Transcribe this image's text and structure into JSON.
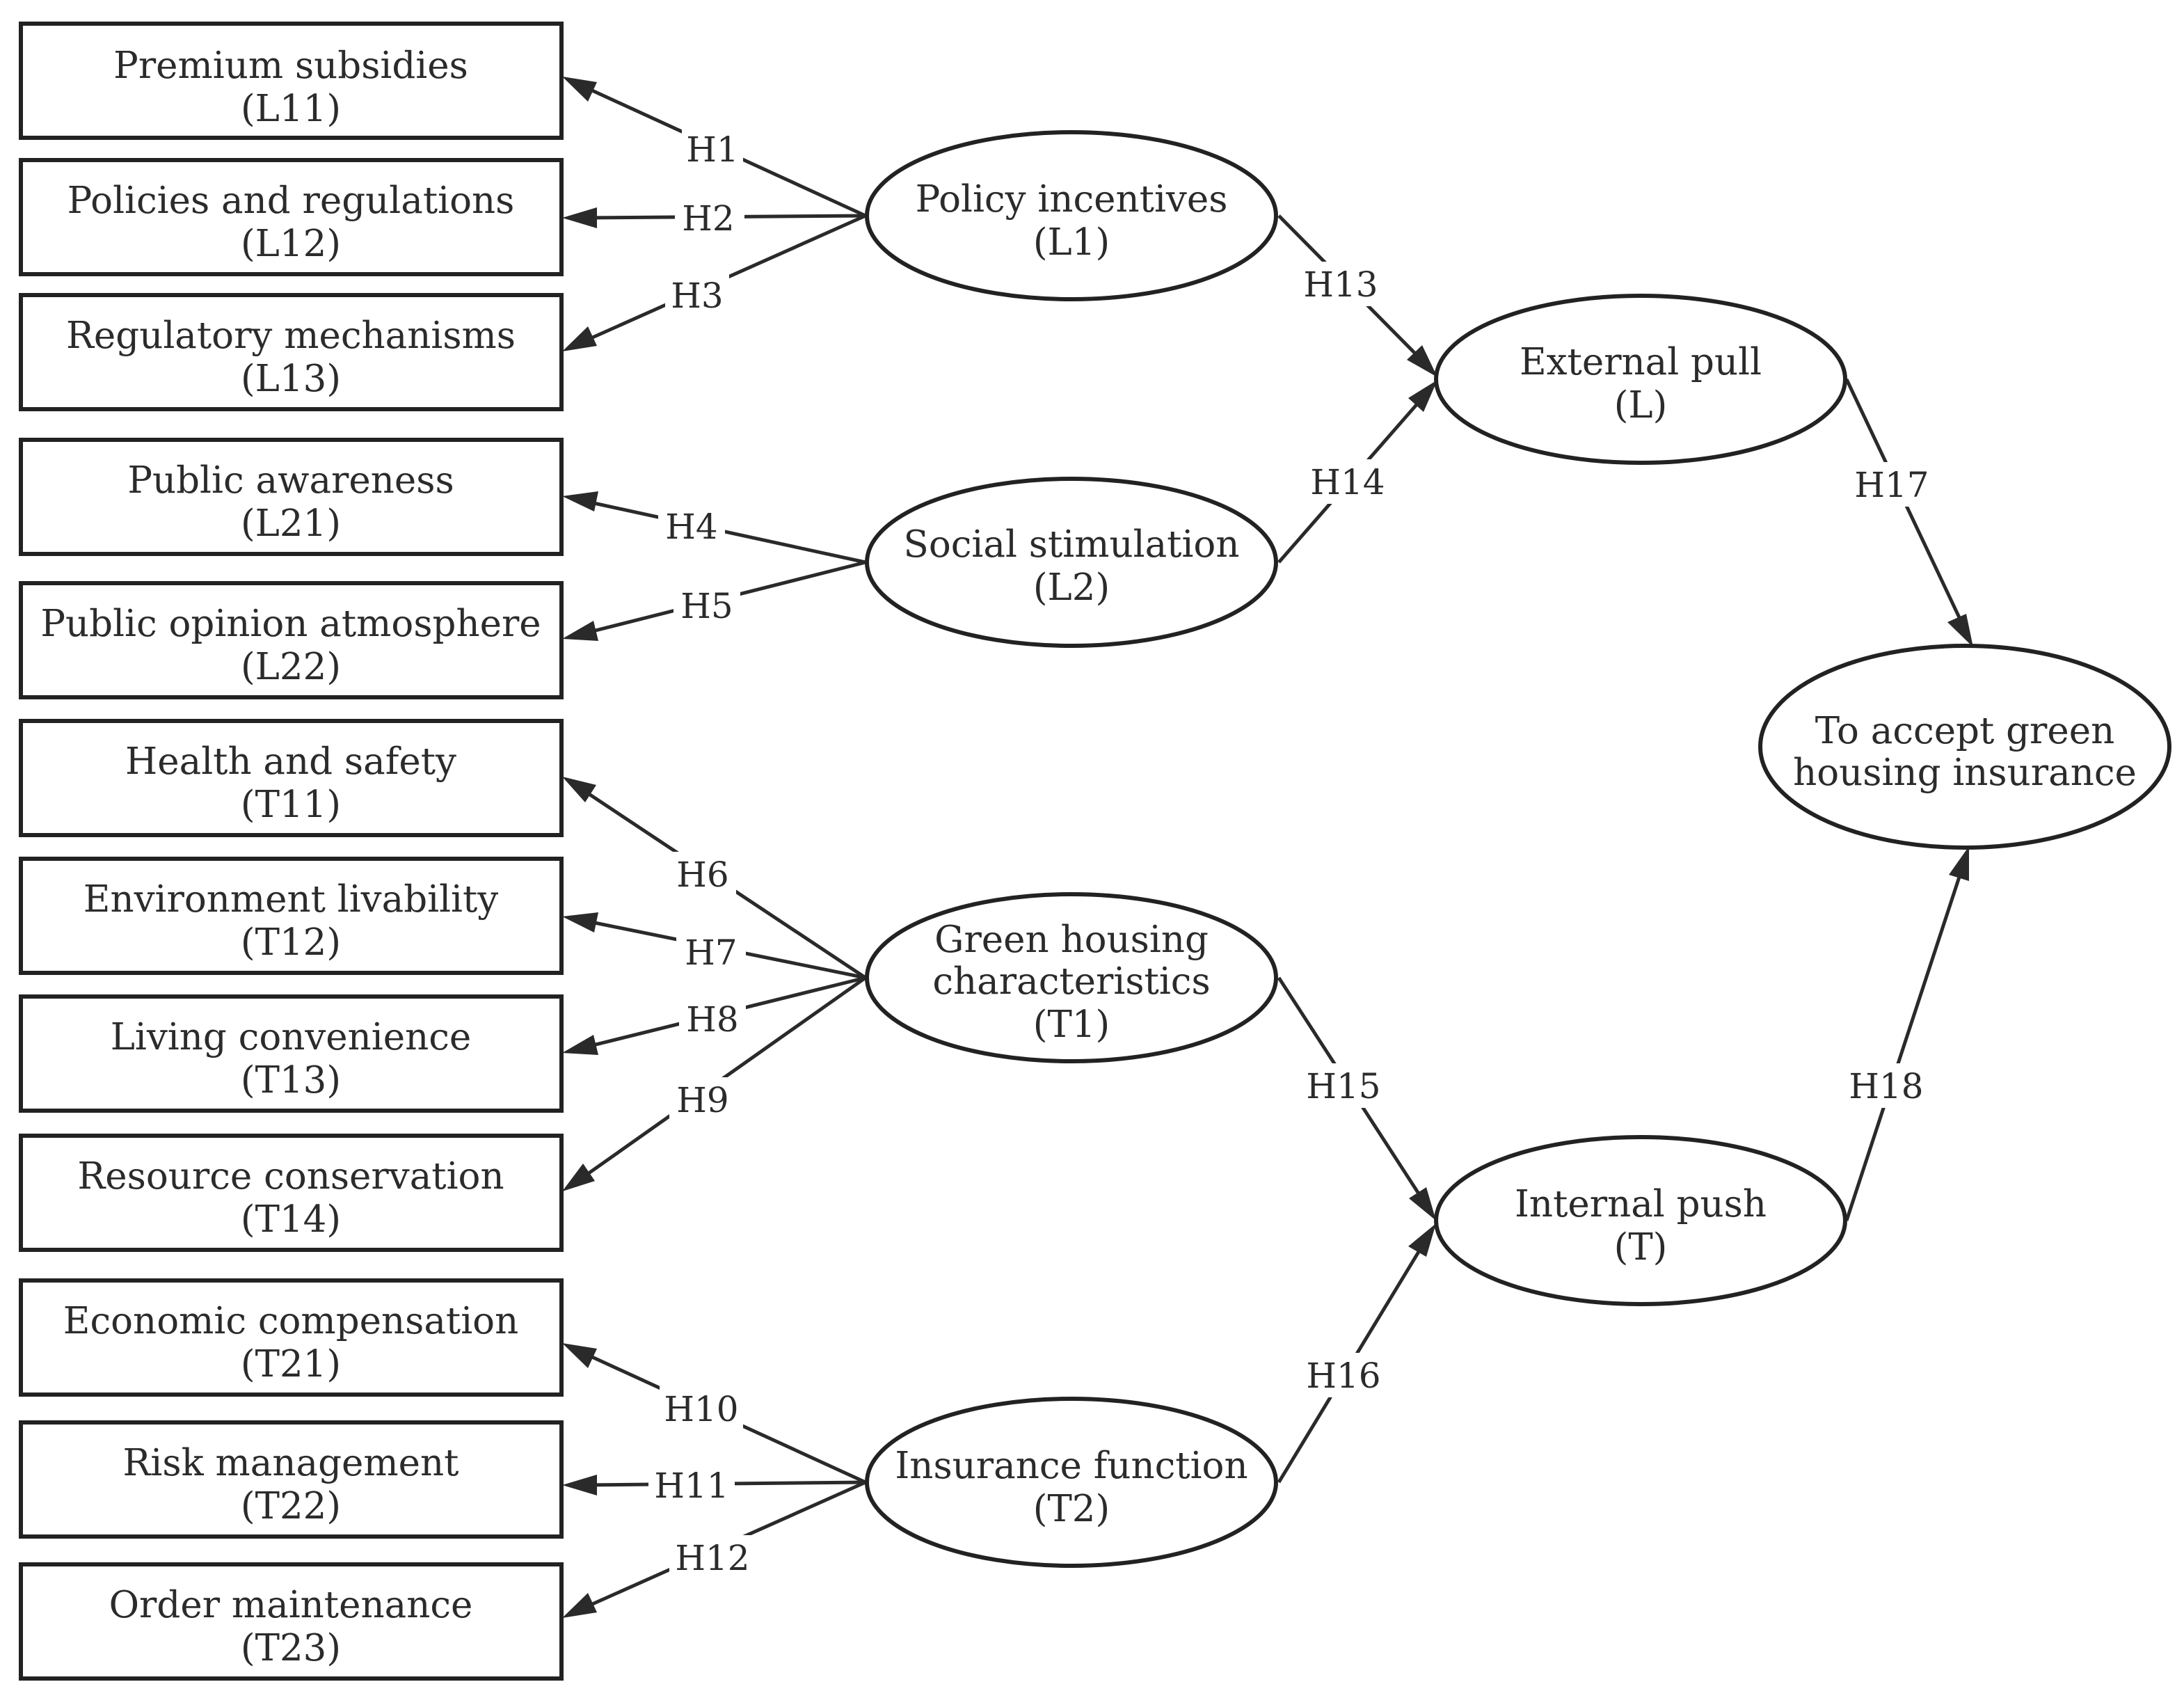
{
  "nodes": {
    "l11": {
      "line1": "Premium subsidies",
      "line2": "(L11)"
    },
    "l12": {
      "line1": "Policies and regulations",
      "line2": "(L12)"
    },
    "l13": {
      "line1": "Regulatory mechanisms",
      "line2": "(L13)"
    },
    "l21": {
      "line1": "Public awareness",
      "line2": "(L21)"
    },
    "l22": {
      "line1": "Public opinion atmosphere",
      "line2": "(L22)"
    },
    "t11": {
      "line1": "Health and safety",
      "line2": "(T11)"
    },
    "t12": {
      "line1": "Environment livability",
      "line2": "(T12)"
    },
    "t13": {
      "line1": "Living convenience",
      "line2": "(T13)"
    },
    "t14": {
      "line1": "Resource conservation",
      "line2": "(T14)"
    },
    "t21": {
      "line1": "Economic compensation",
      "line2": "(T21)"
    },
    "t22": {
      "line1": "Risk management",
      "line2": "(T22)"
    },
    "t23": {
      "line1": "Order maintenance",
      "line2": "(T23)"
    },
    "l1": {
      "line1": "Policy incentives",
      "line2": "(L1)"
    },
    "l2": {
      "line1": "Social stimulation",
      "line2": "(L2)"
    },
    "t1": {
      "line1": "Green housing",
      "line2": "characteristics",
      "line3": "(T1)"
    },
    "t2": {
      "line1": "Insurance function",
      "line2": "(T2)"
    },
    "l": {
      "line1": "External pull",
      "line2": "(L)"
    },
    "t": {
      "line1": "Internal push",
      "line2": "(T)"
    },
    "accept": {
      "line1": "To accept green",
      "line2": "housing insurance"
    }
  },
  "edges": [
    {
      "label": "H1",
      "from": "l1",
      "to": "l11"
    },
    {
      "label": "H2",
      "from": "l1",
      "to": "l12"
    },
    {
      "label": "H3",
      "from": "l1",
      "to": "l13"
    },
    {
      "label": "H4",
      "from": "l2",
      "to": "l21"
    },
    {
      "label": "H5",
      "from": "l2",
      "to": "l22"
    },
    {
      "label": "H6",
      "from": "t1",
      "to": "t11"
    },
    {
      "label": "H7",
      "from": "t1",
      "to": "t12"
    },
    {
      "label": "H8",
      "from": "t1",
      "to": "t13"
    },
    {
      "label": "H9",
      "from": "t1",
      "to": "t14"
    },
    {
      "label": "H10",
      "from": "t2",
      "to": "t21"
    },
    {
      "label": "H11",
      "from": "t2",
      "to": "t22"
    },
    {
      "label": "H12",
      "from": "t2",
      "to": "t23"
    },
    {
      "label": "H13",
      "from": "l1",
      "to": "l"
    },
    {
      "label": "H14",
      "from": "l2",
      "to": "l"
    },
    {
      "label": "H15",
      "from": "t1",
      "to": "t"
    },
    {
      "label": "H16",
      "from": "t2",
      "to": "t"
    },
    {
      "label": "H17",
      "from": "l",
      "to": "accept"
    },
    {
      "label": "H18",
      "from": "t",
      "to": "accept"
    }
  ]
}
